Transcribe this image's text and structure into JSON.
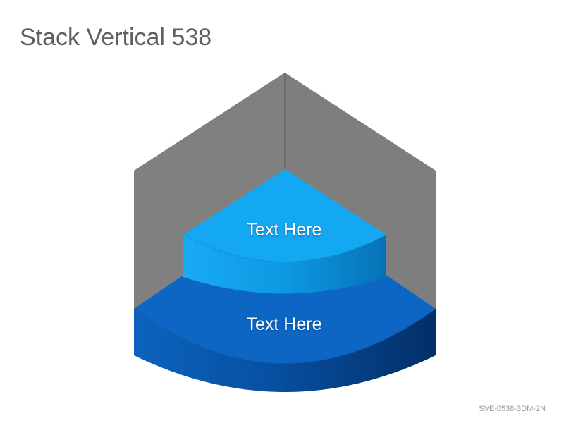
{
  "title": "Stack Vertical 538",
  "tiers": [
    {
      "label": "Text Here",
      "color": "#15a8f2"
    },
    {
      "label": "Text Here",
      "color": "#0d66c3"
    }
  ],
  "footer": "SVE-0538-3DM-2N",
  "colors": {
    "backdrop": "#808080"
  }
}
